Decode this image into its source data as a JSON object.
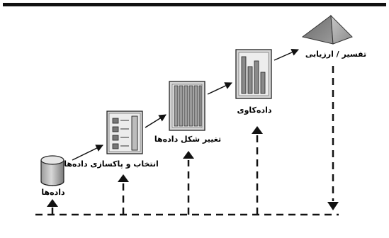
{
  "stages": [
    {
      "id": "data",
      "label": "داده‌ها",
      "icon": "cylinder-icon"
    },
    {
      "id": "selection-cleaning",
      "label": "انتخاب و پاکسازی داده‌ها",
      "icon": "form-document-icon"
    },
    {
      "id": "transformation",
      "label": "تغییر شکل داده‌ها",
      "icon": "ruled-document-icon"
    },
    {
      "id": "data-mining",
      "label": "داده‌کاوی",
      "icon": "bar-chart-icon"
    },
    {
      "id": "interpretation",
      "label": "تفسیر / ارزیابی",
      "icon": "pyramid-icon"
    }
  ]
}
